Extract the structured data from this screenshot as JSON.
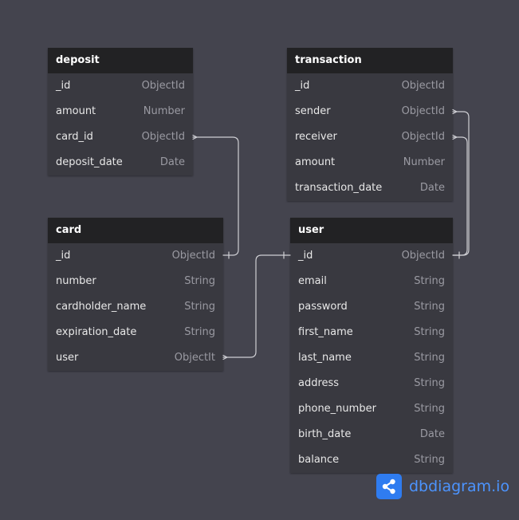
{
  "tables": {
    "deposit": {
      "name": "deposit",
      "fields": [
        {
          "name": "_id",
          "type": "ObjectId"
        },
        {
          "name": "amount",
          "type": "Number"
        },
        {
          "name": "card_id",
          "type": "ObjectId"
        },
        {
          "name": "deposit_date",
          "type": "Date"
        }
      ]
    },
    "transaction": {
      "name": "transaction",
      "fields": [
        {
          "name": "_id",
          "type": "ObjectId"
        },
        {
          "name": "sender",
          "type": "ObjectId"
        },
        {
          "name": "receiver",
          "type": "ObjectId"
        },
        {
          "name": "amount",
          "type": "Number"
        },
        {
          "name": "transaction_date",
          "type": "Date"
        }
      ]
    },
    "card": {
      "name": "card",
      "fields": [
        {
          "name": "_id",
          "type": "ObjectId"
        },
        {
          "name": "number",
          "type": "String"
        },
        {
          "name": "cardholder_name",
          "type": "String"
        },
        {
          "name": "expiration_date",
          "type": "String"
        },
        {
          "name": "user",
          "type": "ObjectIt"
        }
      ]
    },
    "user": {
      "name": "user",
      "fields": [
        {
          "name": "_id",
          "type": "ObjectId"
        },
        {
          "name": "email",
          "type": "String"
        },
        {
          "name": "password",
          "type": "String"
        },
        {
          "name": "first_name",
          "type": "String"
        },
        {
          "name": "last_name",
          "type": "String"
        },
        {
          "name": "address",
          "type": "String"
        },
        {
          "name": "phone_number",
          "type": "String"
        },
        {
          "name": "birth_date",
          "type": "Date"
        },
        {
          "name": "balance",
          "type": "String"
        }
      ]
    }
  },
  "relations": [
    {
      "from": "deposit.card_id",
      "to": "card._id",
      "type": "many-to-one"
    },
    {
      "from": "card.user",
      "to": "user._id",
      "type": "many-to-one"
    },
    {
      "from": "transaction.sender",
      "to": "user._id",
      "type": "many-to-one"
    },
    {
      "from": "transaction.receiver",
      "to": "user._id",
      "type": "many-to-one"
    }
  ],
  "brand": {
    "text": "dbdiagram.io",
    "icon": "share-nodes-icon"
  },
  "colors": {
    "background": "#44444e",
    "table_header": "#222224",
    "table_body": "#393940",
    "link": "#cfcfd4",
    "brand": "#4c94ff"
  }
}
